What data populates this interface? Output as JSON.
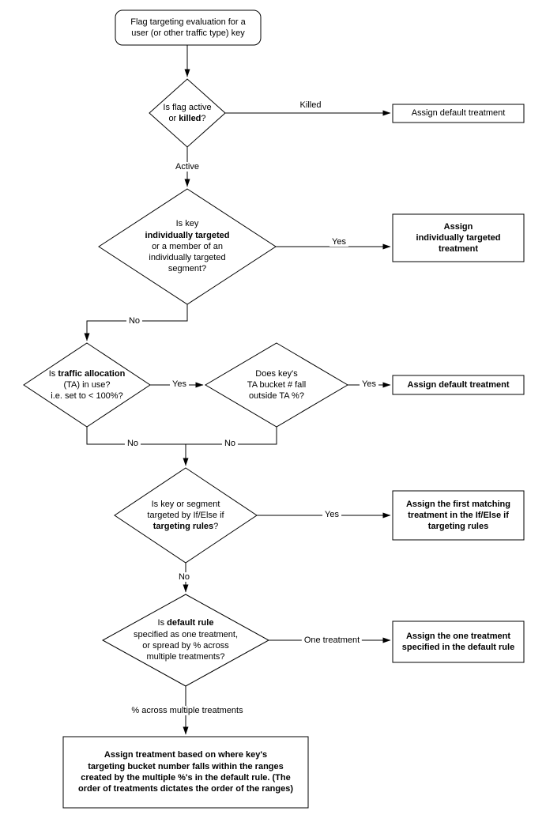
{
  "diagram": {
    "title": "Flag targeting evaluation flowchart",
    "colors": {
      "stroke": "#000000",
      "fill": "#ffffff",
      "text": "#000000"
    },
    "nodes": {
      "start": {
        "text": "Flag targeting evaluation for a\nuser (or other traffic type) key"
      },
      "d1": {
        "parts": [
          {
            "t": "Is flag active\nor "
          },
          {
            "t": "killed"
          },
          {
            "t": "?"
          }
        ]
      },
      "d2": {
        "parts": [
          {
            "t": "Is key\n"
          },
          {
            "t": "individually targeted"
          },
          {
            "t": "\nor a member of an\nindividually targeted\nsegment?"
          }
        ]
      },
      "d3": {
        "parts": [
          {
            "t": "Is "
          },
          {
            "t": "traffic allocation"
          },
          {
            "t": "\n(TA) in use?\ni.e. set to < 100%?"
          }
        ]
      },
      "d4": {
        "text": "Does key's\nTA bucket # fall\noutside TA %?"
      },
      "d5": {
        "parts": [
          {
            "t": "Is key or segment\ntargeted by If/Else if\n"
          },
          {
            "t": "targeting rules"
          },
          {
            "t": "?"
          }
        ]
      },
      "d6": {
        "parts": [
          {
            "t": "Is "
          },
          {
            "t": "default rule"
          },
          {
            "t": "\nspecified as one treatment,\nor spread by % across\nmultiple treatments?"
          }
        ]
      },
      "b1": {
        "text": "Assign default treatment"
      },
      "b2": {
        "text": "Assign\nindividually targeted\ntreatment"
      },
      "b3": {
        "text": "Assign default treatment"
      },
      "b4": {
        "text": "Assign the first matching\ntreatment in the If/Else if\ntargeting rules"
      },
      "b5": {
        "text": "Assign the one treatment\nspecified in the default rule"
      },
      "b6": {
        "text": "Assign treatment based on where key's\ntargeting bucket number falls within the ranges\ncreated by the multiple %'s in the default rule. (The\norder of treatments dictates the order of the ranges)"
      }
    },
    "edge_labels": {
      "killed": "Killed",
      "active": "Active",
      "yes1": "Yes",
      "yes2": "Yes",
      "yes3": "Yes",
      "yes4": "Yes",
      "no1": "No",
      "no2": "No",
      "no3": "No",
      "no4": "No",
      "one_treatment": "One treatment",
      "pct_multiple": "% across multiple treatments"
    }
  }
}
